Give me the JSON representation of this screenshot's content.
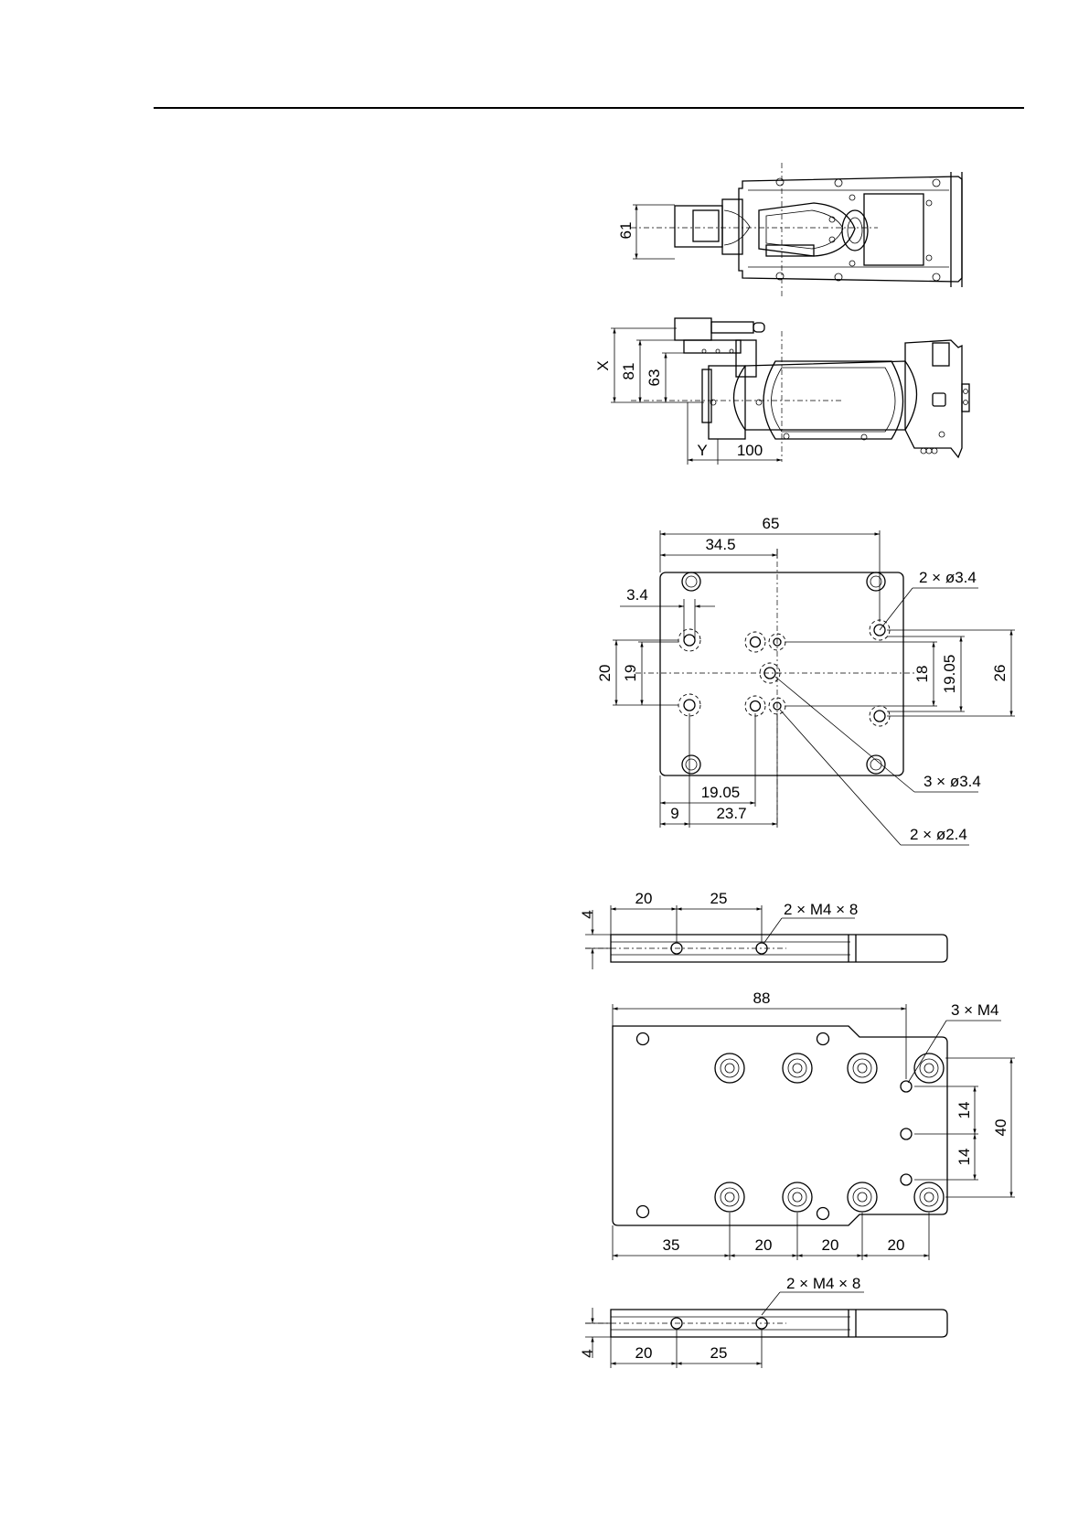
{
  "top_view": {
    "dim_width": "61"
  },
  "side_view": {
    "dim_x": "X",
    "dim_81": "81",
    "dim_63": "63",
    "dim_y": "Y",
    "dim_100": "100"
  },
  "flange": {
    "dim_65": "65",
    "dim_34_5": "34.5",
    "dim_3_4": "3.4",
    "dim_20": "20",
    "dim_19": "19",
    "dim_18": "18",
    "dim_19_05_v": "19.05",
    "dim_26": "26",
    "dim_19_05_h": "19.05",
    "dim_9": "9",
    "dim_23_7": "23.7",
    "note_2x34": "2 × ø3.4",
    "note_3x34": "3 × ø3.4",
    "note_2x24": "2 × ø2.4"
  },
  "plate_top": {
    "dim_4": "4",
    "dim_20": "20",
    "dim_25": "25",
    "note_m4": "2 × M4 × 8"
  },
  "plate_main": {
    "dim_88": "88",
    "note_3xm4": "3 × M4",
    "dim_14a": "14",
    "dim_14b": "14",
    "dim_40": "40",
    "dim_35": "35",
    "dim_20a": "20",
    "dim_20b": "20",
    "dim_20c": "20"
  },
  "plate_bottom": {
    "dim_4": "4",
    "dim_20": "20",
    "dim_25": "25",
    "note_m4": "2 × M4 × 8"
  }
}
